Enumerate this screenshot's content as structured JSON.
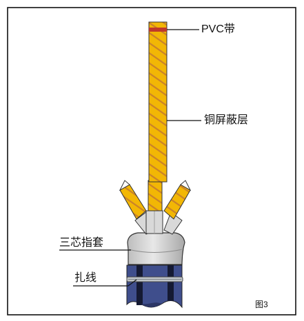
{
  "labels": {
    "pvc_tape": "PVC带",
    "copper_shield": "铜屏蔽层",
    "finger_sleeve": "三芯指套",
    "binding_wire": "扎线"
  },
  "caption": "图3",
  "colors": {
    "frame": "#111111",
    "shield_fill": "#F2B705",
    "shield_stripe": "#C9822A",
    "pvc_tape": "#C0392B",
    "sleeve": "#D9D9D9",
    "sleeve_shadow": "#9E9E9E",
    "cable_body": "#3F4E8C",
    "cable_dark": "#151A33",
    "binding_wire": "#BFC4C8"
  }
}
